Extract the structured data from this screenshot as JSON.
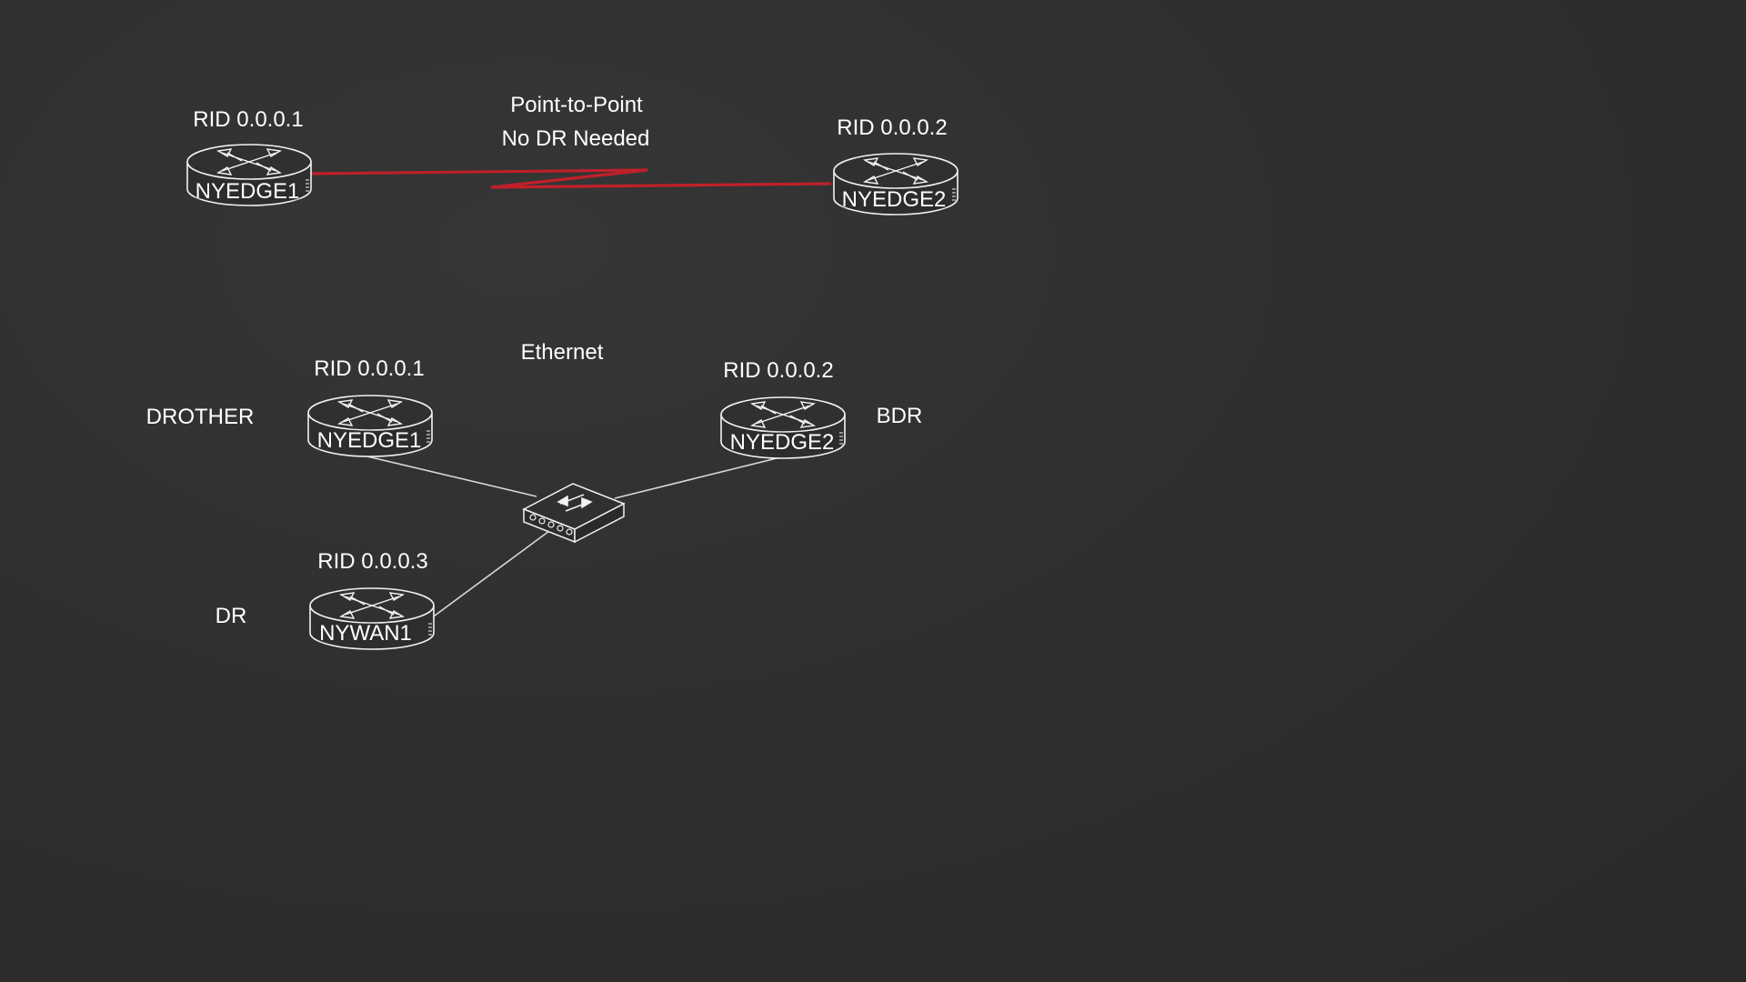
{
  "p2p": {
    "left_rid": "RID 0.0.0.1",
    "left_name": "NYEDGE1",
    "right_rid": "RID 0.0.0.2",
    "right_name": "NYEDGE2",
    "link_title": "Point-to-Point",
    "link_note": "No DR Needed"
  },
  "ethernet": {
    "title": "Ethernet",
    "routers": [
      {
        "rid": "RID 0.0.0.1",
        "name": "NYEDGE1",
        "role": "DROTHER"
      },
      {
        "rid": "RID 0.0.0.2",
        "name": "NYEDGE2",
        "role": "BDR"
      },
      {
        "rid": "RID 0.0.0.3",
        "name": "NYWAN1",
        "role": "DR"
      }
    ]
  },
  "colors": {
    "background": "#2e2e2e",
    "serial_link": "#c0202a",
    "ethernet_link": "#d8d8d8",
    "text": "#ffffff",
    "icon_stroke": "#f2f2f2"
  },
  "icons": {
    "router": "router-icon",
    "switch": "switch-icon"
  }
}
